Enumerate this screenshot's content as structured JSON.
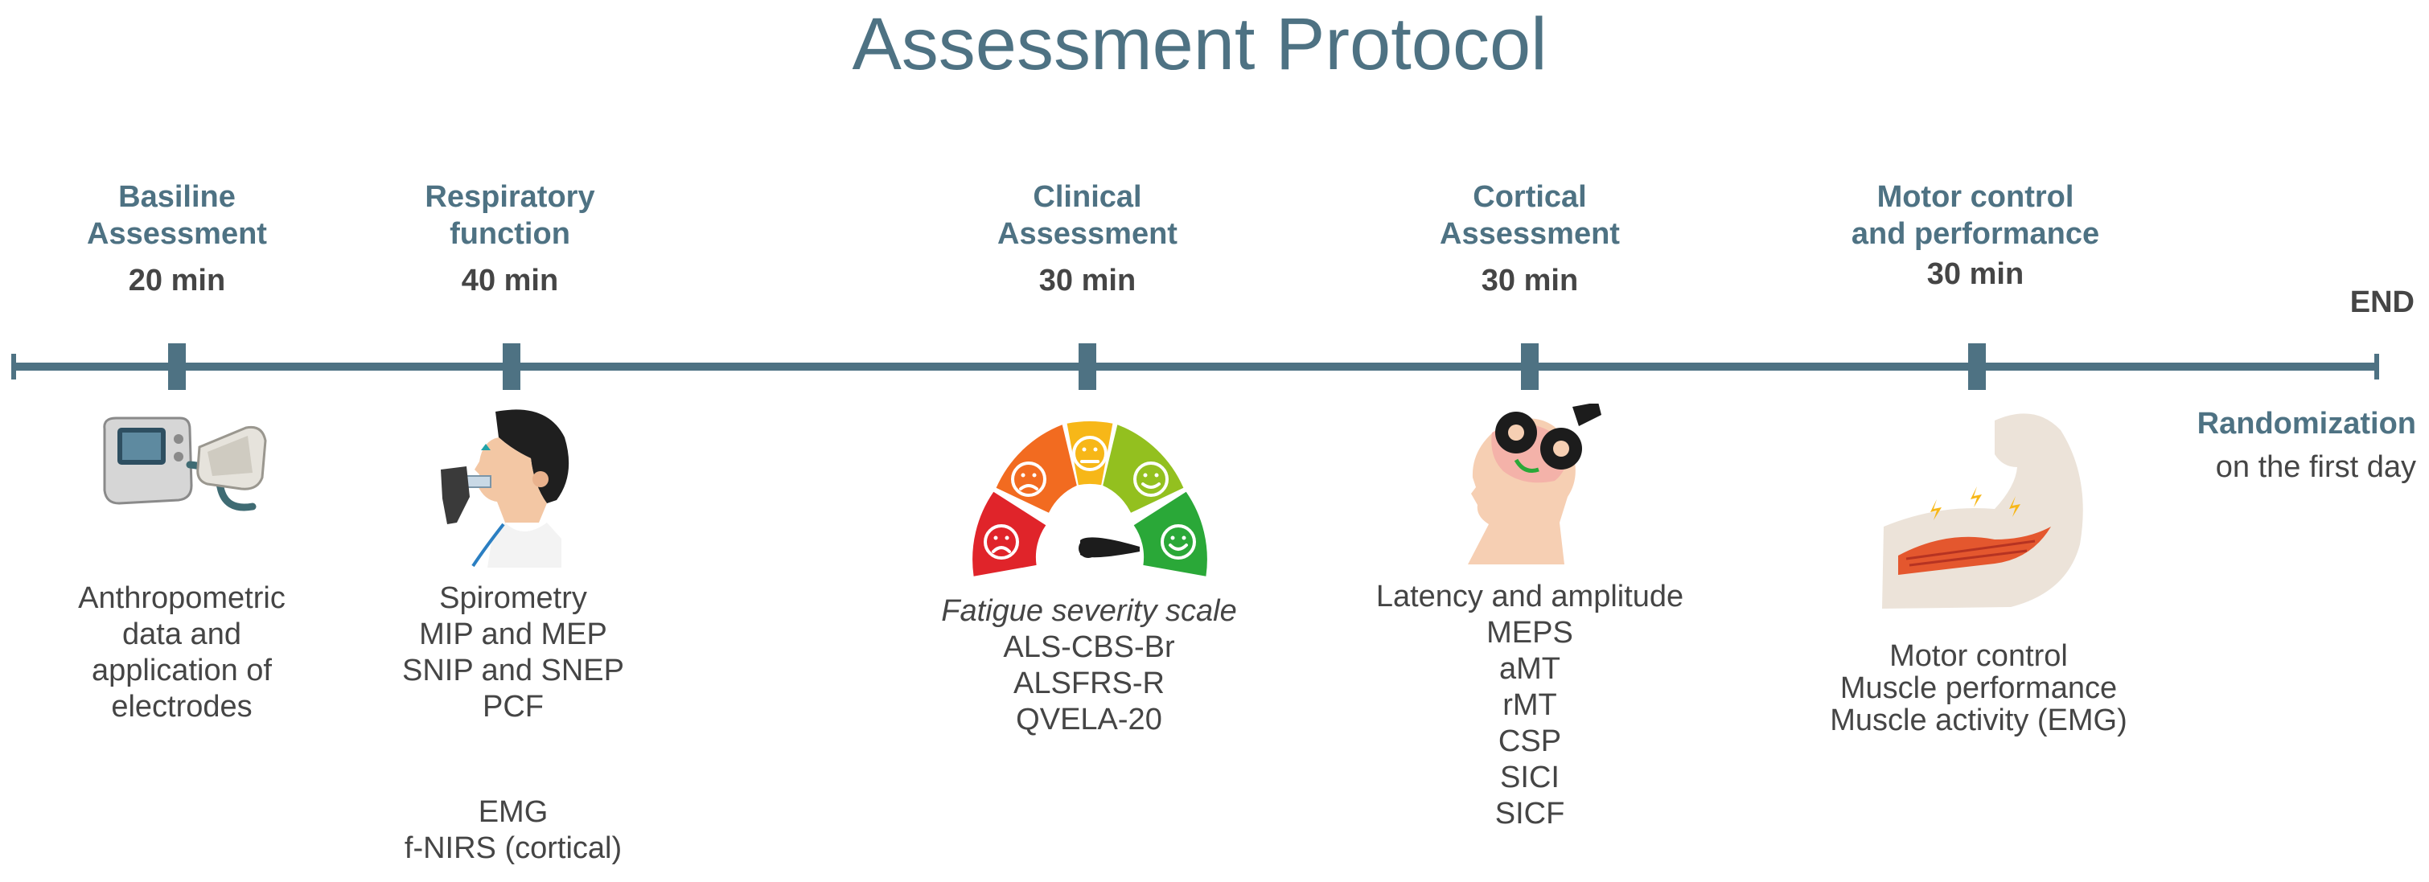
{
  "title": "Assessment Protocol",
  "stages": [
    {
      "name_line1": "Basiline",
      "name_line2": "Assessment",
      "duration": "20 min",
      "items": [
        "Anthropometric",
        "data and",
        "application of",
        "electrodes"
      ]
    },
    {
      "name_line1": "Respiratory",
      "name_line2": "function",
      "duration": "40 min",
      "items": [
        "Spirometry",
        "MIP and MEP",
        "SNIP and SNEP",
        "PCF"
      ],
      "extra_items": [
        "EMG",
        "f-NIRS (cortical)"
      ]
    },
    {
      "name_line1": "Clinical",
      "name_line2": "Assessment",
      "duration": "30 min",
      "italic_item": "Fatigue severity scale",
      "items": [
        "ALS-CBS-Br",
        "ALSFRS-R",
        "QVELA-20"
      ]
    },
    {
      "name_line1": "Cortical",
      "name_line2": "Assessment",
      "duration": "30 min",
      "items": [
        "Latency and amplitude",
        "MEPS",
        "aMT",
        "rMT",
        "CSP",
        "SICI",
        "SICF"
      ]
    },
    {
      "name_line1": "Motor control",
      "name_line2": "and performance",
      "duration": "30 min",
      "items": [
        "Motor control",
        "Muscle performance",
        "Muscle activity (EMG)"
      ]
    }
  ],
  "end_label": "END",
  "randomization": {
    "line1": "Randomization",
    "line2": "on the first day"
  },
  "colors": {
    "accent": "#4e7283",
    "text": "#454545",
    "gauge": [
      "#e0242a",
      "#f26b20",
      "#f7b718",
      "#93c01f",
      "#2aa838"
    ]
  },
  "icons": [
    "blood-pressure-monitor-icon",
    "spirometry-patient-icon",
    "fatigue-gauge-icon",
    "tms-head-coil-icon",
    "flexed-arm-muscle-icon"
  ]
}
